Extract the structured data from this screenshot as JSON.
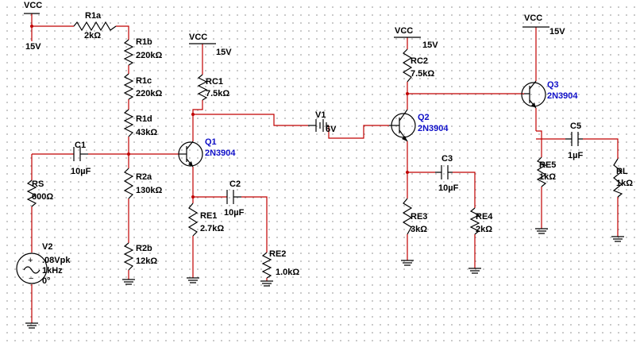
{
  "labels": {
    "vcc_top": "VCC",
    "v15_top": "15V",
    "vcc_q1": "VCC",
    "v15_q1": "15V",
    "vcc_q2": "VCC",
    "v15_q2": "15V",
    "vcc_q3": "VCC",
    "v15_q3": "15V",
    "r1a_name": "R1a",
    "r1a_val": "2kΩ",
    "r1b_name": "R1b",
    "r1b_val": "220kΩ",
    "r1c_name": "R1c",
    "r1c_val": "220kΩ",
    "r1d_name": "R1d",
    "r1d_val": "43kΩ",
    "r2a_name": "R2a",
    "r2a_val": "130kΩ",
    "r2b_name": "R2b",
    "r2b_val": "12kΩ",
    "rc1_name": "RC1",
    "rc1_val": "7.5kΩ",
    "q1_name": "Q1",
    "q1_part": "2N3904",
    "c1_name": "C1",
    "c1_val": "10µF",
    "rs_name": "RS",
    "rs_val": "600Ω",
    "v2_name": "V2",
    "v2_amp": ".08Vpk",
    "v2_freq": "1kHz",
    "v2_phase": "0°",
    "re1_name": "RE1",
    "re1_val": "2.7kΩ",
    "c2_name": "C2",
    "c2_val": "10µF",
    "re2_name": "RE2",
    "re2_val": "1.0kΩ",
    "v1_name": "V1",
    "v1_val": "6V",
    "rc2_name": "RC2",
    "rc2_val": "7.5kΩ",
    "q2_name": "Q2",
    "q2_part": "2N3904",
    "c3_name": "C3",
    "c3_val": "10µF",
    "re3_name": "RE3",
    "re3_val": "3kΩ",
    "re4_name": "RE4",
    "re4_val": "2kΩ",
    "q3_name": "Q3",
    "q3_part": "2N3904",
    "c5_name": "C5",
    "c5_val": "1µF",
    "re5_name": "RE5",
    "re5_val": "1kΩ",
    "rl_name": "RL",
    "rl_val": "1kΩ"
  },
  "colors": {
    "wire": "#c00000",
    "component": "#000000",
    "transistor_label": "#1010c8",
    "grid_dot": "#b8b8b8"
  }
}
